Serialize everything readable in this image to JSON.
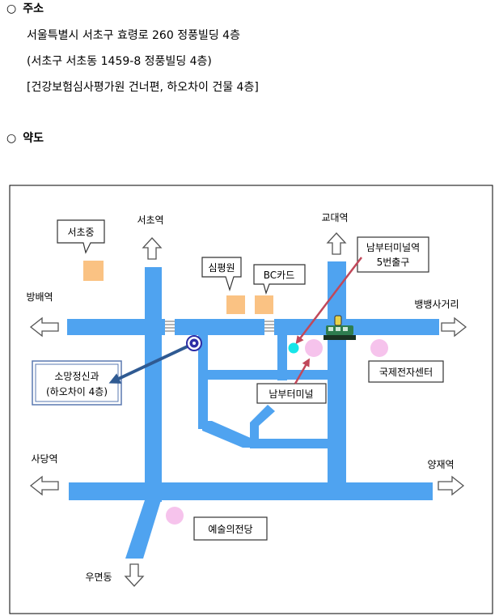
{
  "address_section": {
    "bullet": "○",
    "title": "주소"
  },
  "address_lines": [
    "서울특별시 서초구 효령로 260 정풍빌딩 4층",
    "(서초구 서초동 1459-8 정풍빌딩 4층)",
    "[건강보험심사평가원 건너편, 하오차이 건물 4층]"
  ],
  "map_section": {
    "bullet": "○",
    "title": "약도"
  },
  "map": {
    "labels": {
      "seocho_middle": "서초중",
      "seocho_station": "서초역",
      "gyodae_station": "교대역",
      "simpyeongwon": "심평원",
      "bc_card": "BC카드",
      "nambu_exit_line1": "남부터미널역",
      "nambu_exit_line2": "5번출구",
      "bangbae_station": "방배역",
      "bbangbbang_intersection": "뱅뱅사거리",
      "clinic_line1": "소망정신과",
      "clinic_line2": "(하오차이 4층)",
      "nambu_terminal": "남부터미널",
      "intl_electronics": "국제전자센터",
      "sadang_station": "사당역",
      "yangjae_station": "양재역",
      "arts_center": "예술의전당",
      "umyeon_dong": "우면동"
    },
    "colors": {
      "road": "#4FA3F0",
      "building": "#FAC283",
      "arrow_line": "#C1485A",
      "clinic_arrow": "#2F5A92",
      "marker_pink": "#F6C3EC",
      "marker_cyan": "#17E5E8",
      "clinic_marker": "#2E2EA6"
    }
  }
}
